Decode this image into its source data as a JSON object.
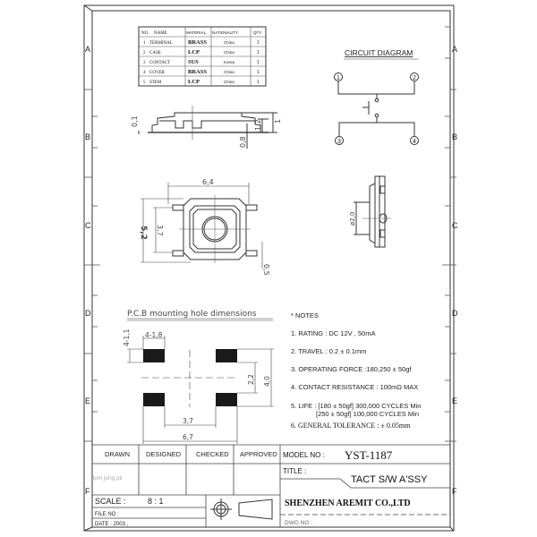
{
  "parts_table": {
    "headers": [
      "NO.",
      "NAME",
      "MATERIAL",
      "NATIONALITY",
      "QTY."
    ],
    "rows": [
      {
        "no": "1",
        "name": "TERMINAL",
        "material": "BRASS",
        "nationality": "China",
        "qty": "1"
      },
      {
        "no": "2",
        "name": "CASE",
        "material": "LCP",
        "nationality": "China",
        "qty": "1"
      },
      {
        "no": "3",
        "name": "CONTACT",
        "material": "SUS",
        "nationality": "Korea",
        "qty": "1"
      },
      {
        "no": "4",
        "name": "COVER",
        "material": "BRASS",
        "nationality": "China",
        "qty": "1"
      },
      {
        "no": "5",
        "name": "STEM",
        "material": "LCP",
        "nationality": "China",
        "qty": "1"
      }
    ]
  },
  "grid_letters": [
    "A",
    "B",
    "C",
    "D",
    "E",
    "F"
  ],
  "side_view": {
    "dim_thickness": "0,1",
    "dim_height": "1,2",
    "dim_total": "1",
    "dim_base": "0,8"
  },
  "top_view": {
    "dim_width": "6,4",
    "dim_height": "5,2",
    "dim_pitch": "3,7",
    "dim_lead": "0,5"
  },
  "end_view": {
    "dim_diameter": "ø2,0"
  },
  "circuit": {
    "title": "CIRCUIT DIAGRAM",
    "pins": [
      "1",
      "2",
      "3",
      "4"
    ]
  },
  "pcb": {
    "title": "P.C.B  mounting hole dimensions",
    "dim_pad_w": "4-1,8",
    "dim_pad_h": "4-1,1",
    "dim_inner_v": "2,2",
    "dim_outer_v": "4,0",
    "dim_inner_h": "3,7",
    "dim_outer_h": "6,7"
  },
  "notes": {
    "heading": "* NOTES",
    "items": [
      "1. RATING : DC 12V , 50mA",
      "2. TRAVEL : 0.2 ± 0.1mm",
      "3. OPERATING FORCE :180,250 ± 50gf",
      "4. CONTACT RESISTANCE : 100mΩ  MAX",
      "5. LIFE : [180 ± 50gf] 300,000 CYCLES Min",
      "[250 ± 50gf] 100,000 CYCLES Min",
      "6. GENERAL  TOLERANCE : ± 0.05mm"
    ]
  },
  "title_block": {
    "drawn": "DRAWN",
    "designed": "DESIGNED",
    "checked": "CHECKED",
    "approved": "APPROVED",
    "drawn_by": "kim  jong  pil",
    "scale_label": "SCALE :",
    "scale_value": "8 : 1",
    "file_no": "FILE NO :",
    "date": "DATE : 2003 ,",
    "model_label": "MODEL NO :",
    "model_value": "YST-1187",
    "title_label": "TITLE :",
    "title_value": "TACT S/W A'SSY",
    "company": "SHENZHEN AREMIT CO.,LTD",
    "dwg_no": "DWG  NO  :"
  }
}
